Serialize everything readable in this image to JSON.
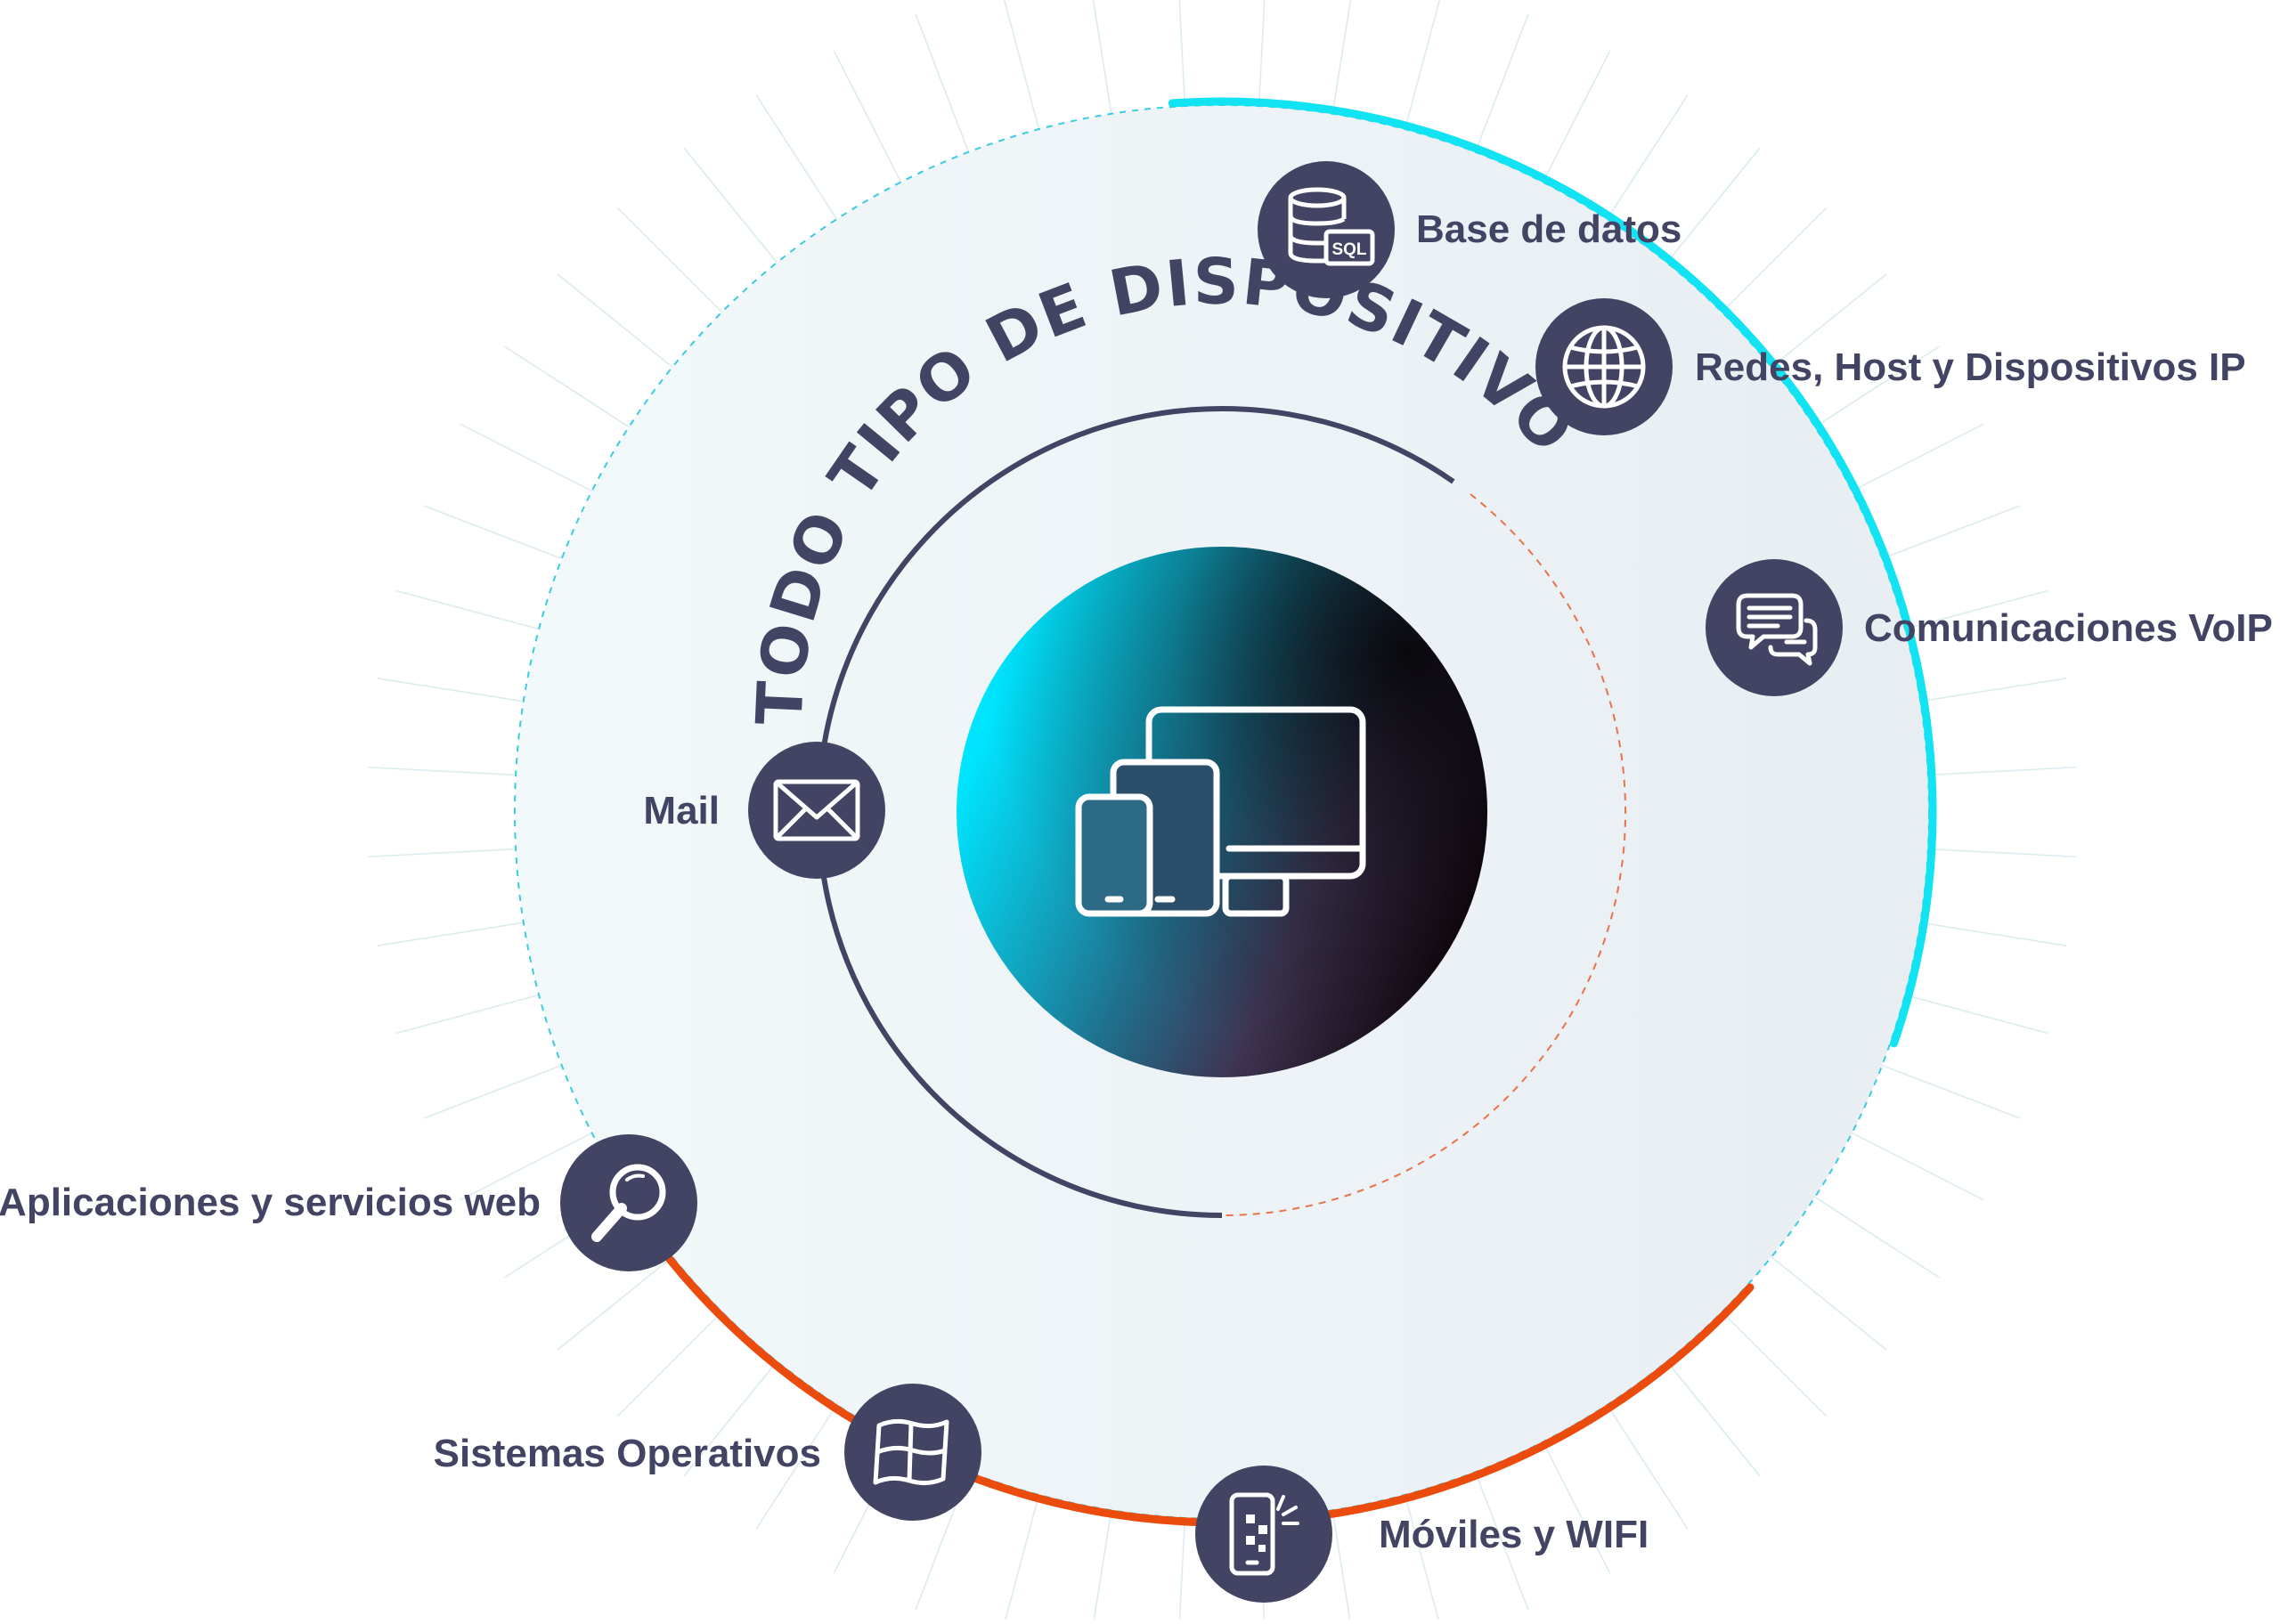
{
  "title": "TODO TIPO DE DISPOSITIVOS",
  "colors": {
    "dark": "#434463",
    "cyan": "#11E3F2",
    "orange": "#EC4B0E",
    "disk": "#EEF4F6"
  },
  "center": {
    "icon": "devices-icon"
  },
  "nodes": [
    {
      "key": "db",
      "label": "Base de datos",
      "icon": "database-sql-icon"
    },
    {
      "key": "net",
      "label": "Redes, Host y Dispositivos IP",
      "icon": "globe-icon"
    },
    {
      "key": "voip",
      "label": "Comunicaciones VoIP",
      "icon": "chat-bubbles-icon"
    },
    {
      "key": "mail",
      "label": "Mail",
      "icon": "envelope-icon"
    },
    {
      "key": "web",
      "label": "Aplicaciones y servicios web",
      "icon": "magnifier-icon"
    },
    {
      "key": "os",
      "label": "Sistemas Operativos",
      "icon": "windows-icon"
    },
    {
      "key": "mobile",
      "label": "Móviles y WIFI",
      "icon": "mobile-wifi-icon"
    }
  ]
}
